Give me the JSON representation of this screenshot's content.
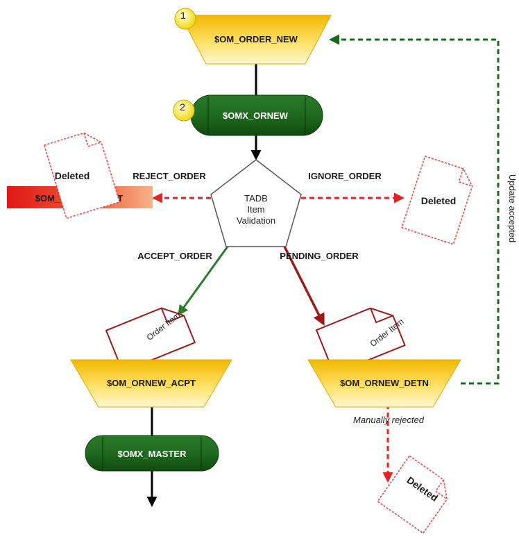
{
  "nodes": {
    "om_order_new": "$OM_ORDER_NEW",
    "omx_ornew": "$OMX_ORNEW",
    "validation": [
      "TADB",
      "Item",
      "Validation"
    ],
    "om_ornew_rjct": "$OM_ORNEW_RJCT",
    "om_ornew_acpt": "$OM_ORNEW_ACPT",
    "om_ornew_detn": "$OM_ORNEW_DETN",
    "omx_master": "$OMX_MASTER"
  },
  "step_badges": [
    "1",
    "2"
  ],
  "edges": {
    "reject": "REJECT_ORDER",
    "ignore": "IGNORE_ORDER",
    "accept": "ACCEPT_ORDER",
    "pending": "PENDING_ORDER",
    "update": "Update accepted",
    "manual": "Manually rejected"
  },
  "documents": {
    "deleted": "Deleted",
    "order_item": "Order Item"
  },
  "colors": {
    "queue_gold": "#f5c000",
    "queue_light": "#fff4b0",
    "process_green": "#1e6a1e",
    "reject_red": "#e82a1a",
    "arrow_red": "#e52222",
    "arrow_green": "#2a7a2a",
    "arrow_darkred": "#9a1a1a",
    "doc_red": "#e83a3a",
    "doc_darkred": "#9a1a1a"
  }
}
